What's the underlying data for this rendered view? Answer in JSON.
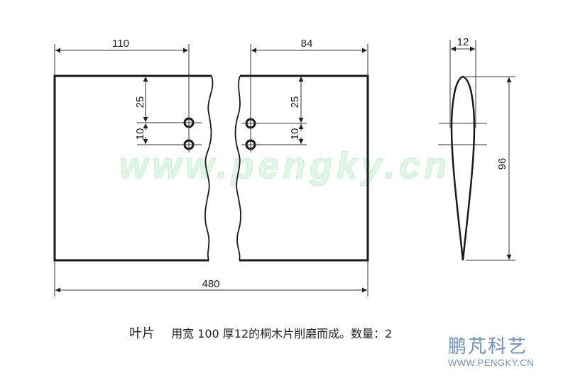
{
  "drawing": {
    "left_part": {
      "width_dim": "110",
      "hole_offset_dim": "25",
      "hole_spacing_dim": "10"
    },
    "right_part": {
      "width_dim": "84",
      "hole_offset_dim": "25",
      "hole_spacing_dim": "10"
    },
    "overall_length_dim": "480",
    "section": {
      "thickness_dim": "12",
      "width_dim": "96"
    },
    "line_color": "#1a1a1a",
    "dim_line_color": "#333333"
  },
  "watermark": {
    "text": "www.pengky.cn",
    "color": "#dff7e6"
  },
  "caption": {
    "title": "叶片",
    "text": "用宽 100 厚12的桐木片削磨而成。数量：2"
  },
  "brand": {
    "name": "鹏芃科艺",
    "url": "WWW.PENGKY.CN",
    "color": "#6e8fc4"
  }
}
